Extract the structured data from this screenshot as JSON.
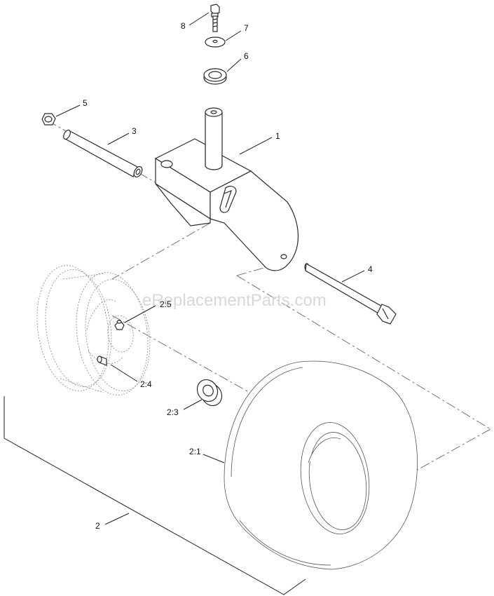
{
  "watermark": "eReplacementParts.com",
  "callouts": {
    "c8": "8",
    "c7": "7",
    "c6": "6",
    "c5": "5",
    "c3": "3",
    "c1": "1",
    "c4": "4",
    "c2_5": "2:5",
    "c2_4": "2:4",
    "c2_3": "2:3",
    "c2_1": "2:1",
    "c2": "2"
  }
}
